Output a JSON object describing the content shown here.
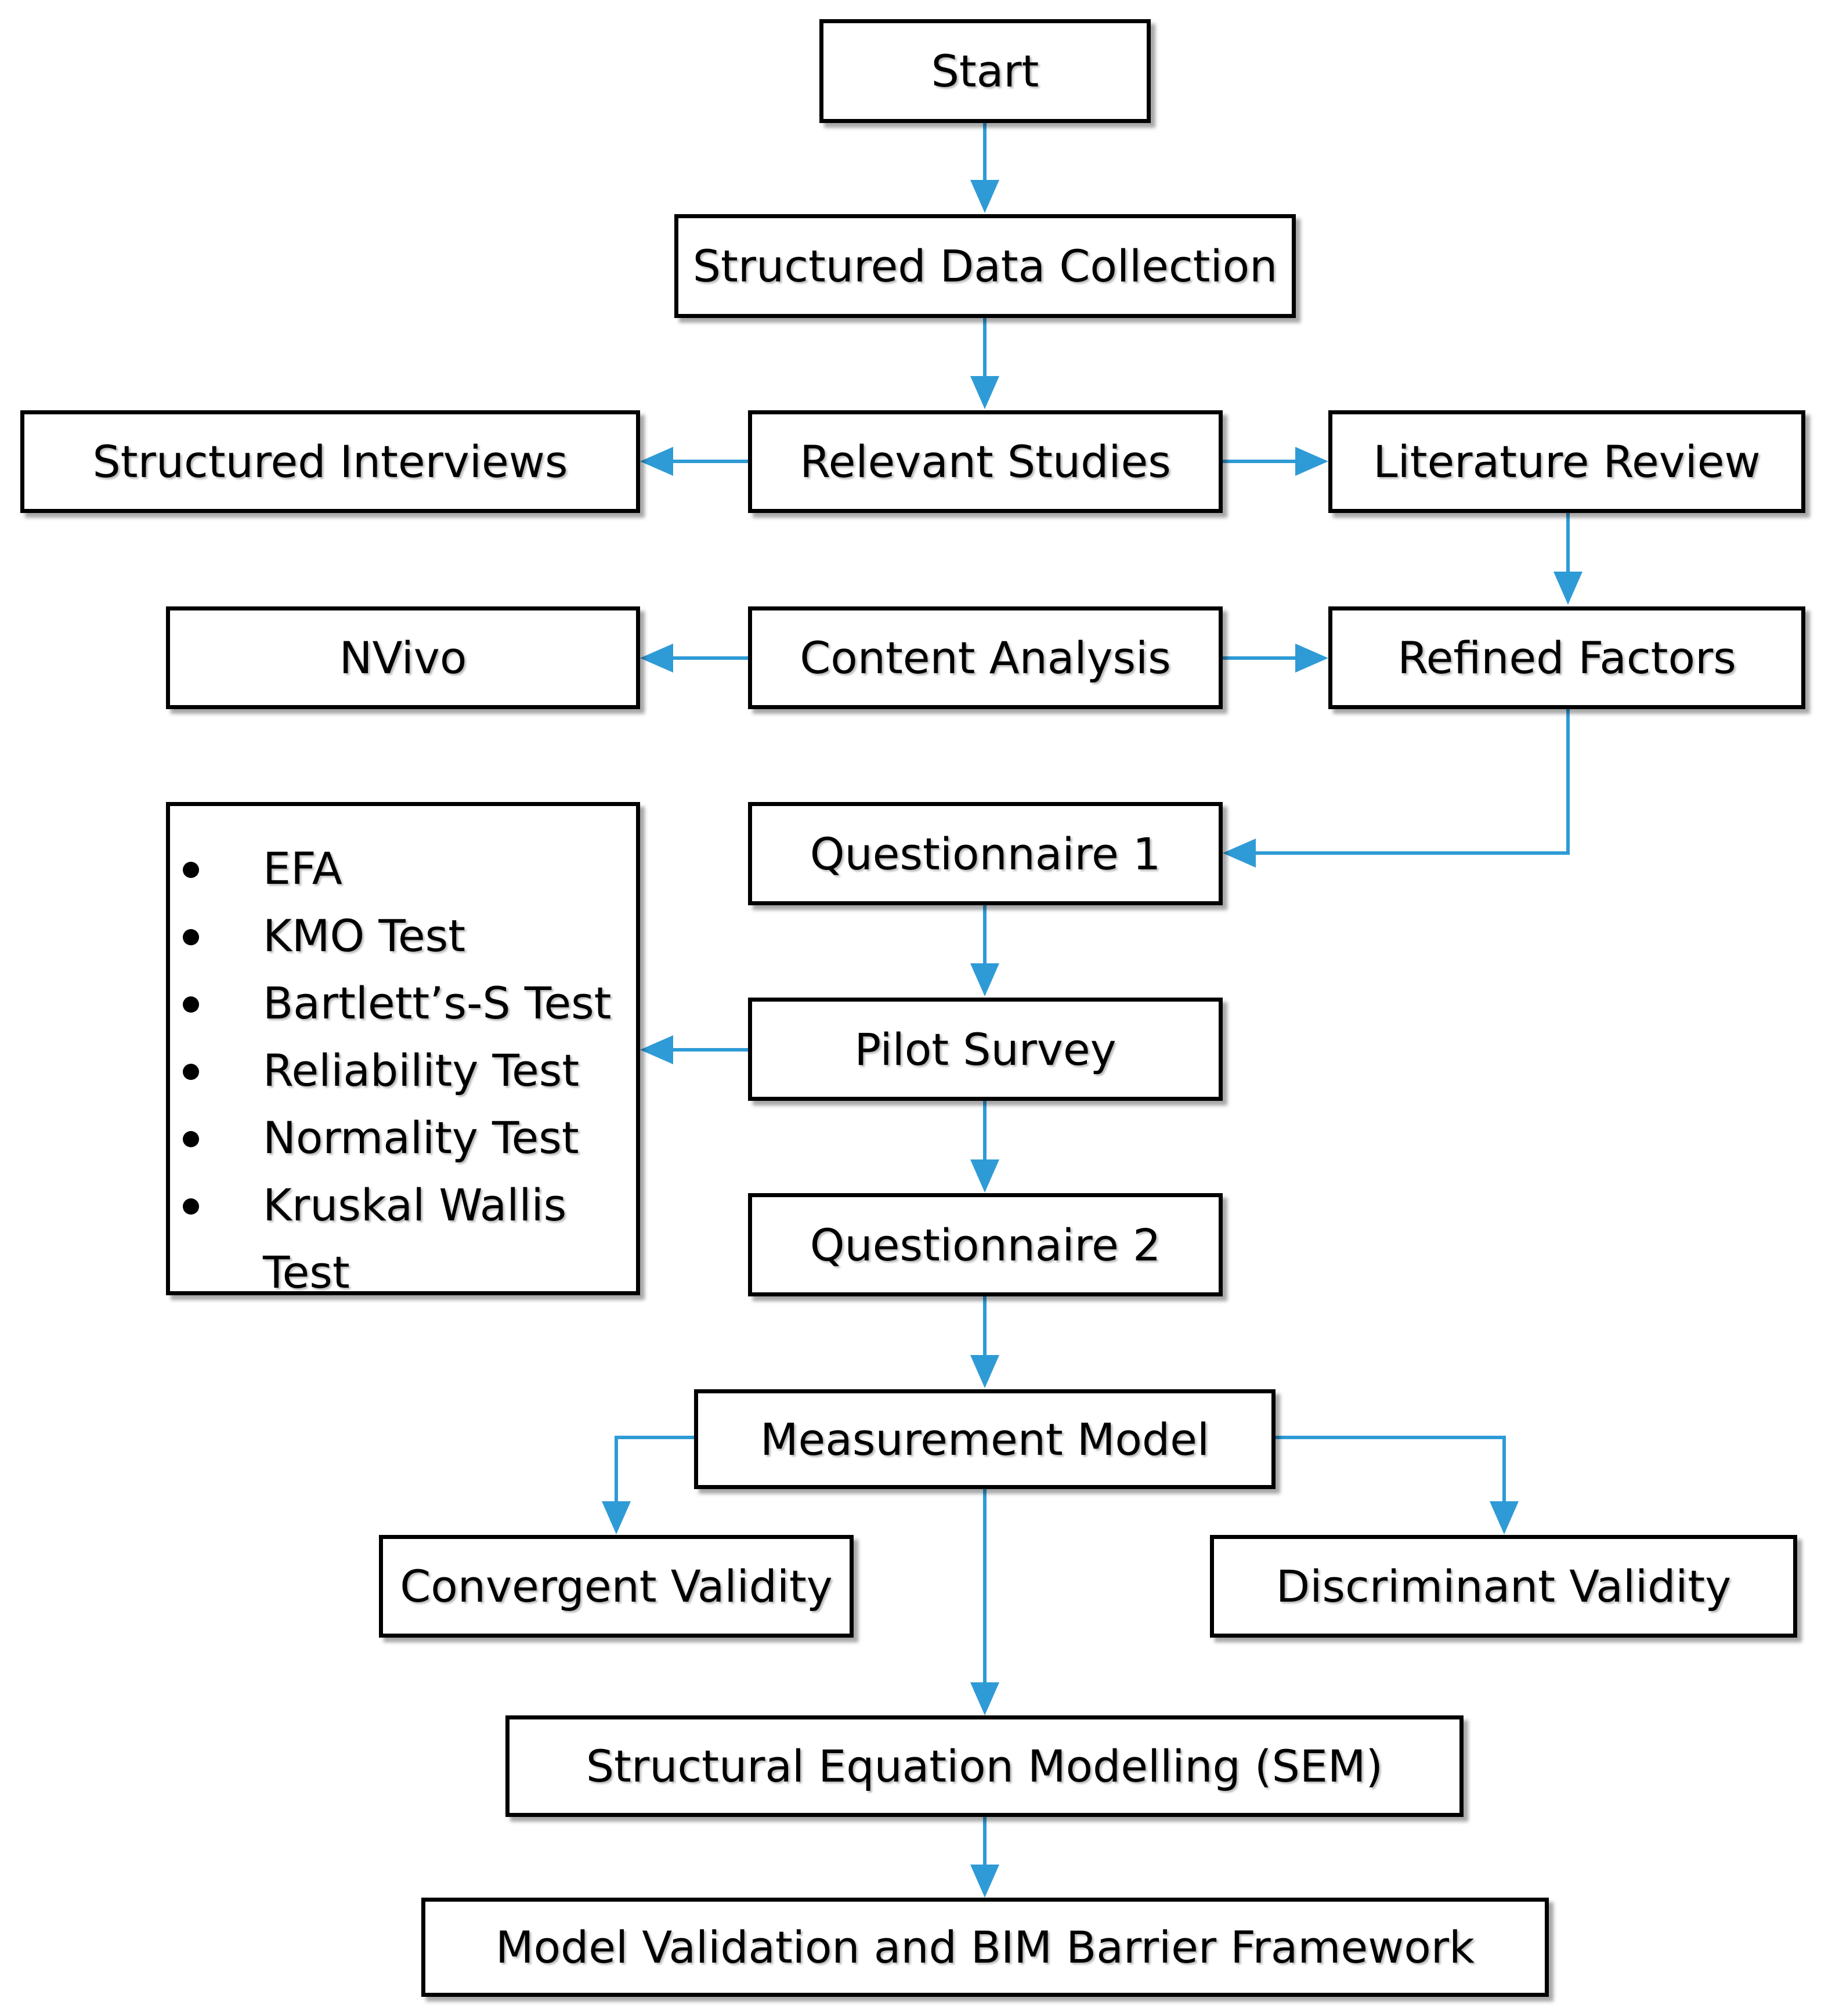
{
  "nodes": {
    "start": "Start",
    "structured_data_collection": "Structured Data Collection",
    "structured_interviews": "Structured Interviews",
    "relevant_studies": "Relevant Studies",
    "literature_review": "Literature Review",
    "nvivo": "NVivo",
    "content_analysis": "Content Analysis",
    "refined_factors": "Refined Factors",
    "questionnaire_1": "Questionnaire 1",
    "pilot_survey": "Pilot Survey",
    "questionnaire_2": "Questionnaire 2",
    "measurement_model": "Measurement Model",
    "convergent_validity": "Convergent Validity",
    "discriminant_validity": "Discriminant Validity",
    "sem": "Structural Equation Modelling (SEM)",
    "model_validation": "Model Validation and BIM Barrier Framework"
  },
  "pilot_tests": [
    "EFA",
    "KMO Test",
    "Bartlett’s-S Test",
    "Reliability Test",
    "Normality Test",
    "Kruskal Wallis Test"
  ],
  "colors": {
    "arrow": "#2f9bd6",
    "border": "#000000",
    "text": "#000000"
  }
}
